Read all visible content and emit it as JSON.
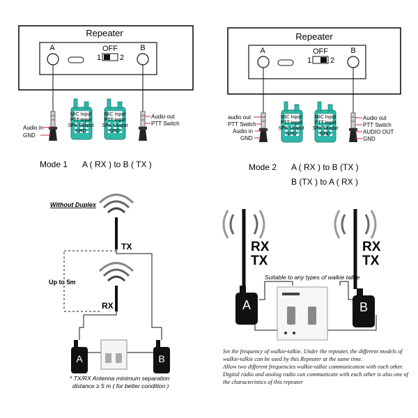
{
  "top_left": {
    "title": "Repeater",
    "port_a": "A",
    "port_b": "B",
    "switch_label": "OFF",
    "switch_left": "1",
    "switch_right": "2",
    "left_pins": [
      "Audio in",
      "GND"
    ],
    "right_pins": [
      "Audio out",
      "PTT Switch"
    ],
    "radio_labels": [
      "MIC Input",
      "PTT Input",
      "SPK Output",
      "GND"
    ],
    "mode_label": "Mode  1",
    "mode_text": "A  ( RX )   to   B ( TX )"
  },
  "top_right": {
    "title": "Repeater",
    "port_a": "A",
    "port_b": "B",
    "switch_label": "OFF",
    "switch_left": "1",
    "switch_right": "2",
    "left_pins": [
      "audio out",
      "PTT Switch",
      "Audio in",
      "GND"
    ],
    "right_pins": [
      "Audio out",
      "PTT Switch",
      "AUDIO OUT",
      "GND"
    ],
    "radio_labels": [
      "MIC Input",
      "PTT Input",
      "SPK Output",
      "GND"
    ],
    "mode_label": "Mode 2",
    "mode_text_1": "A  ( RX ) to B  (TX )",
    "mode_text_2": "B   (TX )  to A ( RX )"
  },
  "bottom_left": {
    "heading": "Without Duplex",
    "tx_label": "TX",
    "rx_label": "RX",
    "distance_label": "Up to 5m",
    "radio_a": "A",
    "radio_b": "B",
    "note_line1": "* TX/RX Antenna minimum separation",
    "note_line2": "distance ≥ 5 m ( for better condition )"
  },
  "bottom_right": {
    "left_labels": [
      "RX",
      "TX"
    ],
    "right_labels": [
      "RX",
      "TX"
    ],
    "suitable_text": "Suitable to any types of walkie talkie",
    "radio_a": "A",
    "radio_b": "B",
    "caption_lines": [
      "Set the frequency of walkie-talkie. Under the repeater, the different models of",
      "walkie-talkie can be used by this Repeater at the same time.",
      "Allow two different frequencies walkie-talkie communication with each other.",
      "Digital radio and analog radio can communicate with each other is also one of",
      "the characteristics of this repeater"
    ]
  },
  "colors": {
    "radio_teal": "#2fb8a8",
    "line": "#111111",
    "pin_red": "#d02020"
  }
}
